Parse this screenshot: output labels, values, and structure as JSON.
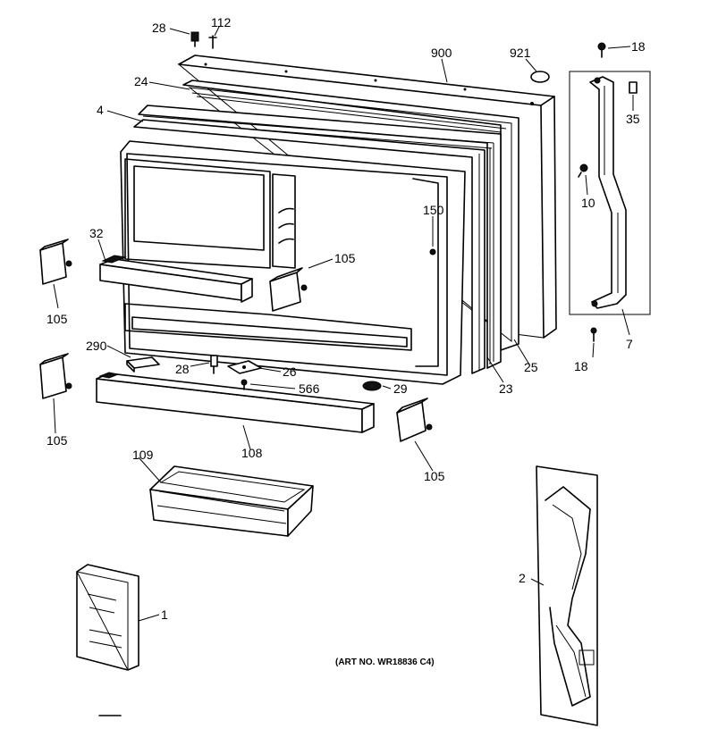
{
  "diagram": {
    "labels": {
      "l28a": "28",
      "l112": "112",
      "l900": "900",
      "l921": "921",
      "l18a": "18",
      "l24": "24",
      "l4": "4",
      "l35": "35",
      "l10": "10",
      "l150": "150",
      "l32": "32",
      "l105a": "105",
      "l105b": "105",
      "l105c": "105",
      "l105d": "105",
      "l7": "7",
      "l18b": "18",
      "l290": "290",
      "l28b": "28",
      "l26": "26",
      "l566": "566",
      "l29": "29",
      "l25": "25",
      "l23": "23",
      "l108": "108",
      "l109": "109",
      "l2": "2",
      "l1": "1"
    },
    "art_number": "(ART NO. WR18836 C4)"
  }
}
